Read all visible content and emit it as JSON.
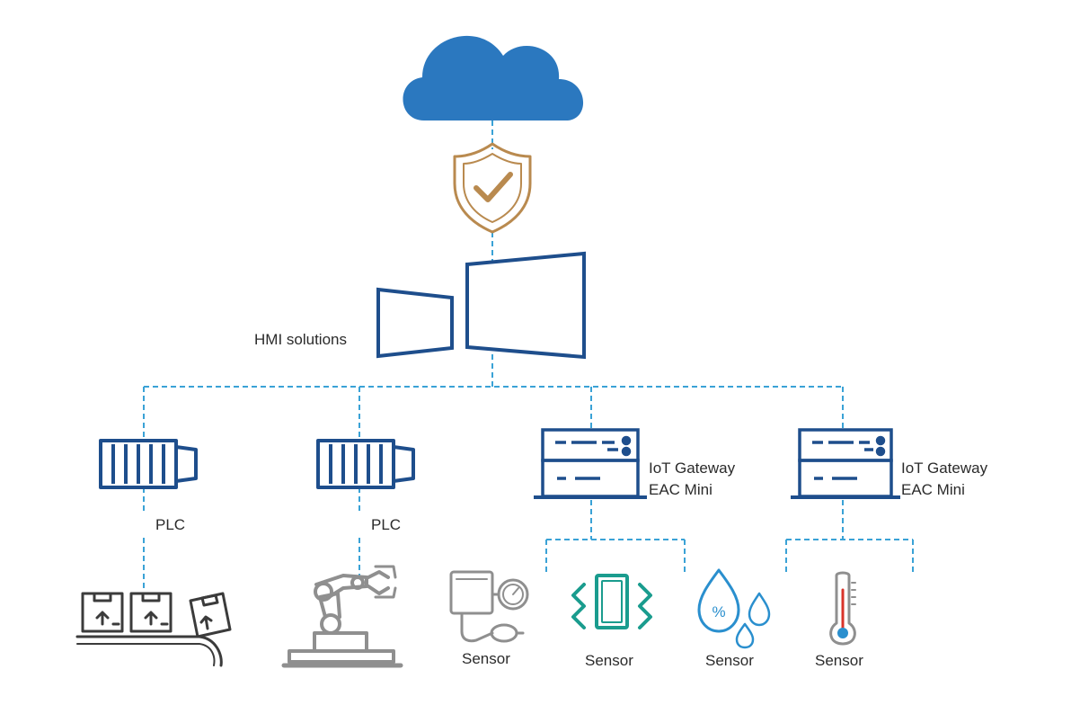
{
  "labels": {
    "hmi": "HMI solutions",
    "plc_1": "PLC",
    "plc_2": "PLC",
    "gateway_1_line1": "IoT Gateway",
    "gateway_1_line2": "EAC Mini",
    "gateway_2_line1": "IoT Gateway",
    "gateway_2_line2": "EAC Mini",
    "sensor_pressure": "Sensor",
    "sensor_vibration": "Sensor",
    "sensor_humidity": "Sensor",
    "sensor_temperature": "Sensor"
  },
  "icons": {
    "cloud": "cloud-icon",
    "shield": "shield-check-icon",
    "hmi": "hmi-screens-icon",
    "plc": "plc-icon",
    "gateway": "gateway-device-icon",
    "conveyor": "conveyor-boxes-icon",
    "robot": "robot-arm-icon",
    "pressure": "pressure-gauge-icon",
    "vibration": "vibration-sensor-icon",
    "humidity": "humidity-drops-icon",
    "temperature": "thermometer-icon"
  },
  "colors": {
    "cloud": "#2b78bf",
    "shield": "#b98a4f",
    "device": "#1e4e8c",
    "link": "#3aa2d6",
    "teal": "#1a9c8e",
    "humidity": "#2a8fce",
    "gray": "#8f8f8f",
    "dark": "#3b3b3b",
    "thermo_red": "#d9342b",
    "thermo_blue": "#2a8fce"
  }
}
